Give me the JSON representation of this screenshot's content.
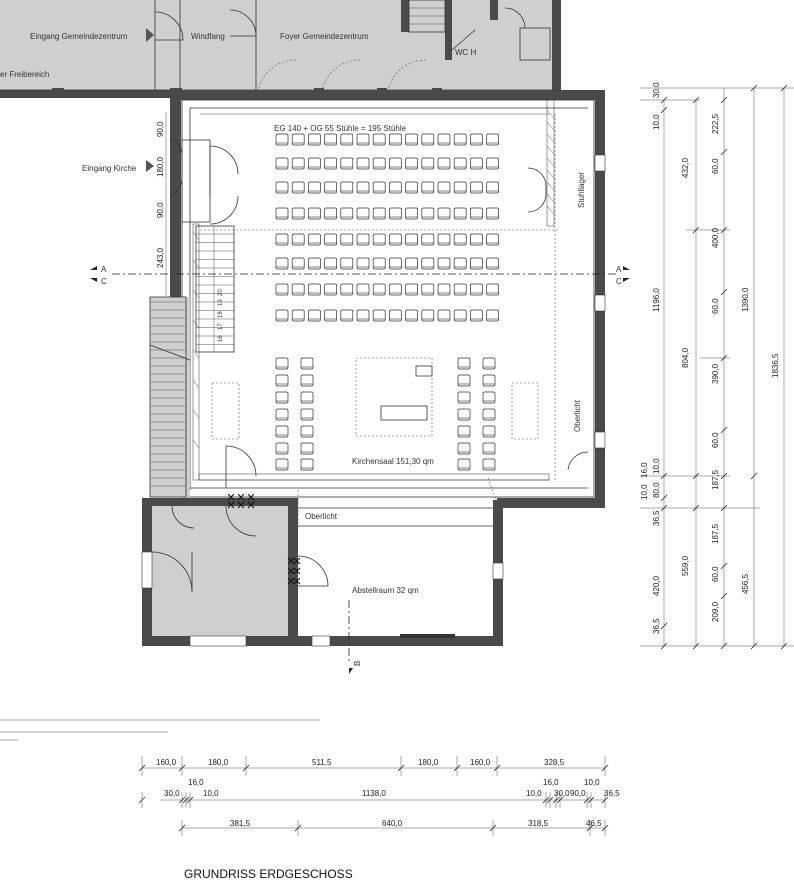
{
  "plan": {
    "title": "GRUNDRISS ERDGESCHOSS",
    "rooms": {
      "eingang_gemeindezentrum": "Eingang Gemeindezentrum",
      "windfang": "Windfang",
      "foyer": "Foyer Gemeindezentrum",
      "wc": "WC H",
      "freibereich": "er Freibereich",
      "eingang_kirche": "Eingang Kirche",
      "seating_note": "EG 140 + OG 55 Stühle = 195 Stühle",
      "stuhllager": "Stuhllager",
      "oberlicht_right": "Oberlicht",
      "kirchensaal": "Kirchensaal 151,30 qm",
      "oberlicht_lower": "Oberlicht",
      "abstellraum": "Abstellraum 32 qm"
    },
    "sections": {
      "a_left": "A",
      "c_left": "C",
      "a_right": "A",
      "c_right": "C",
      "b": "B"
    },
    "left_dims": [
      "90,0",
      "180,0",
      "90,0",
      "243,0"
    ],
    "stair_labels": [
      "16",
      "17",
      "18",
      "19",
      "20"
    ],
    "right_dims": {
      "col1": [
        "30,0",
        "10,0",
        "1196,0",
        "10,0",
        "36,5",
        "36,5"
      ],
      "col2": [
        "432,0",
        "804,0",
        "16,0",
        "420,0"
      ],
      "col2b": [
        "80,0"
      ],
      "col3": [
        "60,0",
        "60,0",
        "60,0",
        "187,5",
        "187,5",
        "60,0",
        "209,0"
      ],
      "col3b": [
        "10,0",
        "559,0"
      ],
      "col4": [
        "222,5",
        "400,0",
        "390,0",
        "1390,0",
        "456,5"
      ],
      "col5": [
        "1836,5"
      ]
    },
    "bottom_dims": {
      "row1": [
        "160,0",
        "180,0",
        "511,5",
        "180,0",
        "160,0",
        "328,5"
      ],
      "row2": [
        "30,0",
        "16,0",
        "10,0",
        "1138,0",
        "10,0",
        "16,0",
        "30,0",
        "90,0",
        "10,0",
        "36,5"
      ],
      "row3": [
        "381,5",
        "640,0",
        "318,5",
        "46,5"
      ]
    }
  },
  "chart_data": {
    "type": "diagram",
    "title": "GRUNDRISS ERDGESCHOSS"
  }
}
